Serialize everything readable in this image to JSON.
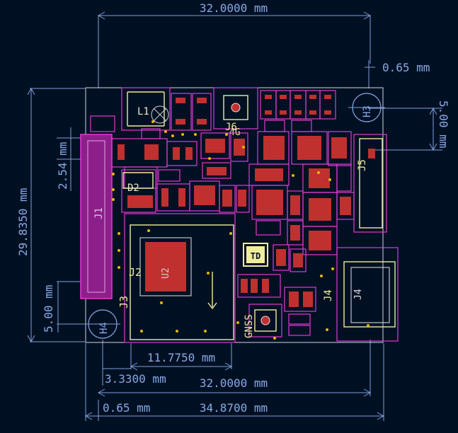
{
  "dimensions": {
    "top_width": "32.0000 mm",
    "offset_right": "0.65 mm",
    "right_height": "5.00 mm",
    "left_height": "29.8350 mm",
    "pitch_left": "2.54 mm",
    "left_bottom": "5.00 mm",
    "j2_width": "11.7750 mm",
    "j3_offset": "3.3300 mm",
    "bottom_width": "32.0000 mm",
    "bottom_offset": "0.65 mm",
    "total_width": "34.8700 mm"
  },
  "labels": {
    "l1": "L1",
    "d2": "D2",
    "j1": "J1",
    "j2": "J2",
    "j3": "J3",
    "j4": "J4",
    "j4b": "J4",
    "j5": "J5",
    "h3": "H3",
    "h4": "H4",
    "j6": "J6",
    "j6_4g": "4G",
    "gnss": "GNSS",
    "u2": "U2",
    "logo": "TD"
  },
  "colors": {
    "background": "#001023",
    "dimension": "#89a9e6",
    "courtyard": "#e33ad6",
    "silkscreen": "#f0ec9a",
    "connector_fill": "#8d1f8a"
  }
}
